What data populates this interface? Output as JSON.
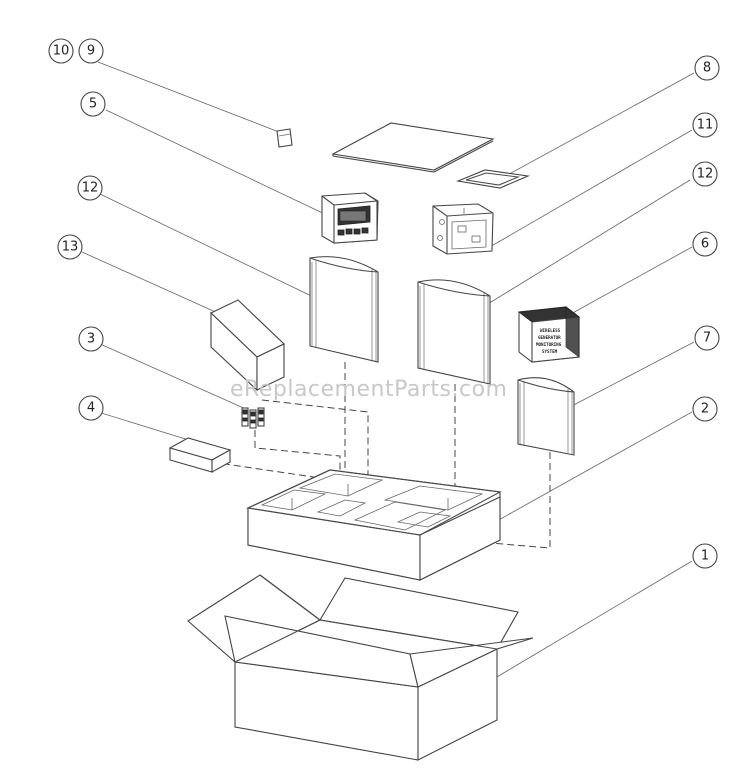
{
  "watermark": "eReplacementParts.com",
  "callouts": [
    "10",
    "9",
    "5",
    "12",
    "13",
    "3",
    "4",
    "8",
    "11",
    "12",
    "6",
    "7",
    "2",
    "1"
  ],
  "monitor_label": [
    "WIRELESS",
    "GENERATOR",
    "MONITORING",
    "SYSTEM"
  ]
}
